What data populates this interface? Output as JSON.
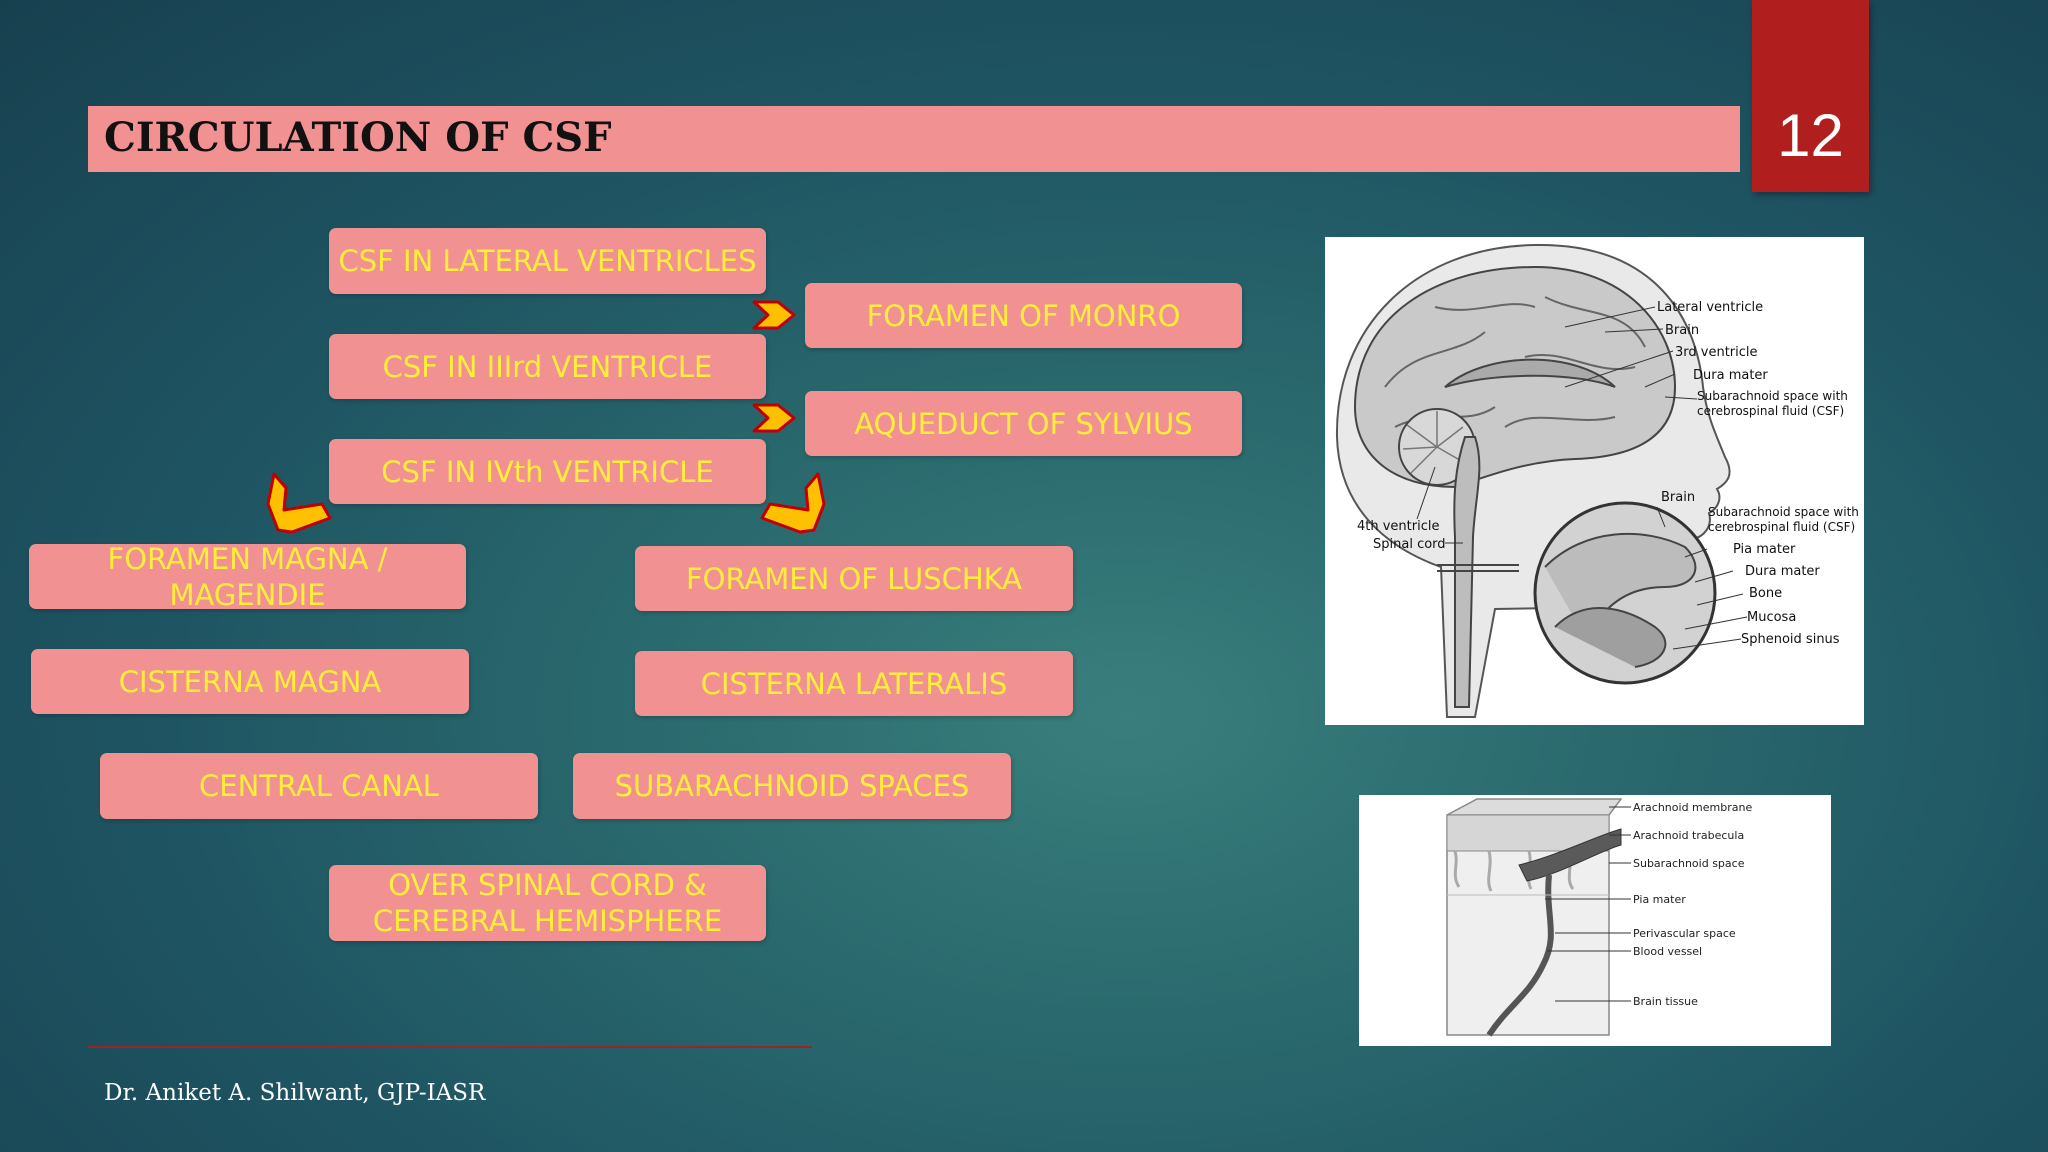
{
  "slide": {
    "title": "CIRCULATION OF CSF",
    "number": "12",
    "footer": "Dr. Aniket A. Shilwant, GJP-IASR"
  },
  "flow": {
    "lateral": "CSF IN LATERAL VENTRICLES",
    "monro": "FORAMEN OF MONRO",
    "third": "CSF IN IIIrd VENTRICLE",
    "sylvius": "AQUEDUCT OF SYLVIUS",
    "fourth": "CSF IN IVth VENTRICLE",
    "magendie": "FORAMEN MAGNA / MAGENDIE",
    "luschka": "FORAMEN OF LUSCHKA",
    "cisterna_magna": "CISTERNA MAGNA",
    "cisterna_lateralis": "CISTERNA LATERALIS",
    "central_canal": "CENTRAL CANAL",
    "subarachnoid": "SUBARACHNOID SPACES",
    "over": "OVER SPINAL CORD & CEREBRAL HEMISPHERE"
  },
  "brain_figure": {
    "labels": {
      "lateral_ventricle": "Lateral ventricle",
      "brain": "Brain",
      "third_ventricle": "3rd ventricle",
      "dura_mater": "Dura mater",
      "subarachnoid_csf": "Subarachnoid space with cerebrospinal fluid (CSF)",
      "fourth_ventricle": "4th ventricle",
      "spinal_cord": "Spinal cord",
      "brain2": "Brain",
      "subarachnoid_csf2": "Subarachnoid space with cerebrospinal fluid (CSF)",
      "pia_mater": "Pia mater",
      "dura_mater2": "Dura mater",
      "bone": "Bone",
      "mucosa": "Mucosa",
      "sphenoid": "Sphenoid sinus"
    }
  },
  "meninges_figure": {
    "labels": {
      "arachnoid_membrane": "Arachnoid membrane",
      "arachnoid_trabecula": "Arachnoid trabecula",
      "subarachnoid_space": "Subarachnoid space",
      "pia_mater": "Pia mater",
      "perivascular_space": "Perivascular space",
      "blood_vessel": "Blood vessel",
      "brain_tissue": "Brain tissue"
    }
  },
  "colors": {
    "box": "#f29191",
    "box_text": "#ffef3a",
    "number_box": "#b01e1e",
    "arrow_fill": "#ffc000",
    "arrow_stroke": "#c00000"
  }
}
